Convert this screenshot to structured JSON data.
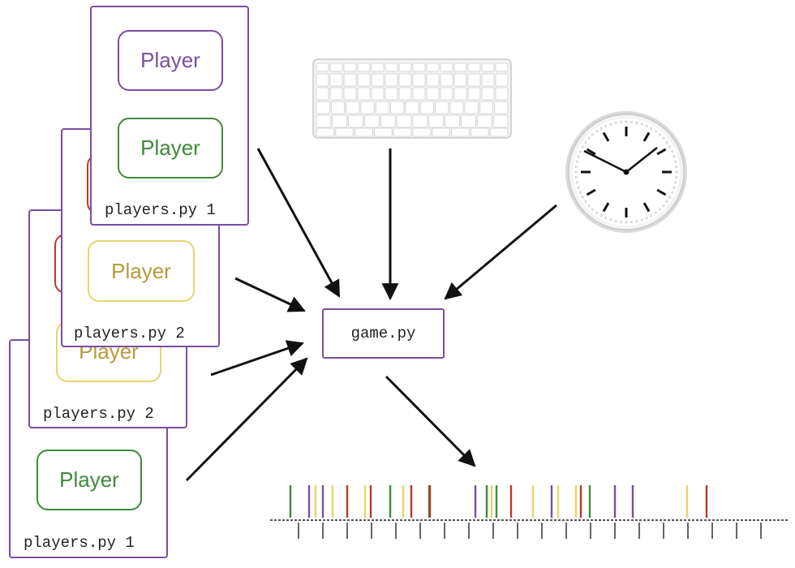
{
  "colors": {
    "card_border": "#7b4fa0",
    "purple": "#7b4fa0",
    "green": "#3f8a3a",
    "yellow": "#e8d56b",
    "yellow_text": "#b89a3a",
    "red": "#b83a2a",
    "arrow": "#111111"
  },
  "cards": [
    {
      "label": "players.py 1",
      "players": [
        {
          "text": "Player",
          "color": "green"
        }
      ]
    },
    {
      "label": "players.py 2",
      "players": [
        {
          "text": "Player",
          "color": "yellow"
        }
      ]
    },
    {
      "label": "players.py 2",
      "players": [
        {
          "text": "Player",
          "color": "yellow"
        }
      ]
    },
    {
      "label": "players.py 1",
      "players": [
        {
          "text": "Player",
          "color": "purple"
        },
        {
          "text": "Player",
          "color": "green"
        }
      ]
    }
  ],
  "game": {
    "label": "game.py"
  },
  "icons": {
    "keyboard": "keyboard-icon",
    "clock": "clock-icon"
  },
  "timeline": {
    "event_colors": [
      "green",
      "purple",
      "yellow",
      "purple",
      "yellow",
      "red",
      "yellow",
      "red",
      "green",
      "yellow",
      "red",
      "green",
      "red",
      "purple",
      "green",
      "yellow",
      "green",
      "red",
      "yellow",
      "purple",
      "yellow",
      "yellow",
      "red",
      "green",
      "purple",
      "purple",
      "yellow",
      "red"
    ]
  }
}
